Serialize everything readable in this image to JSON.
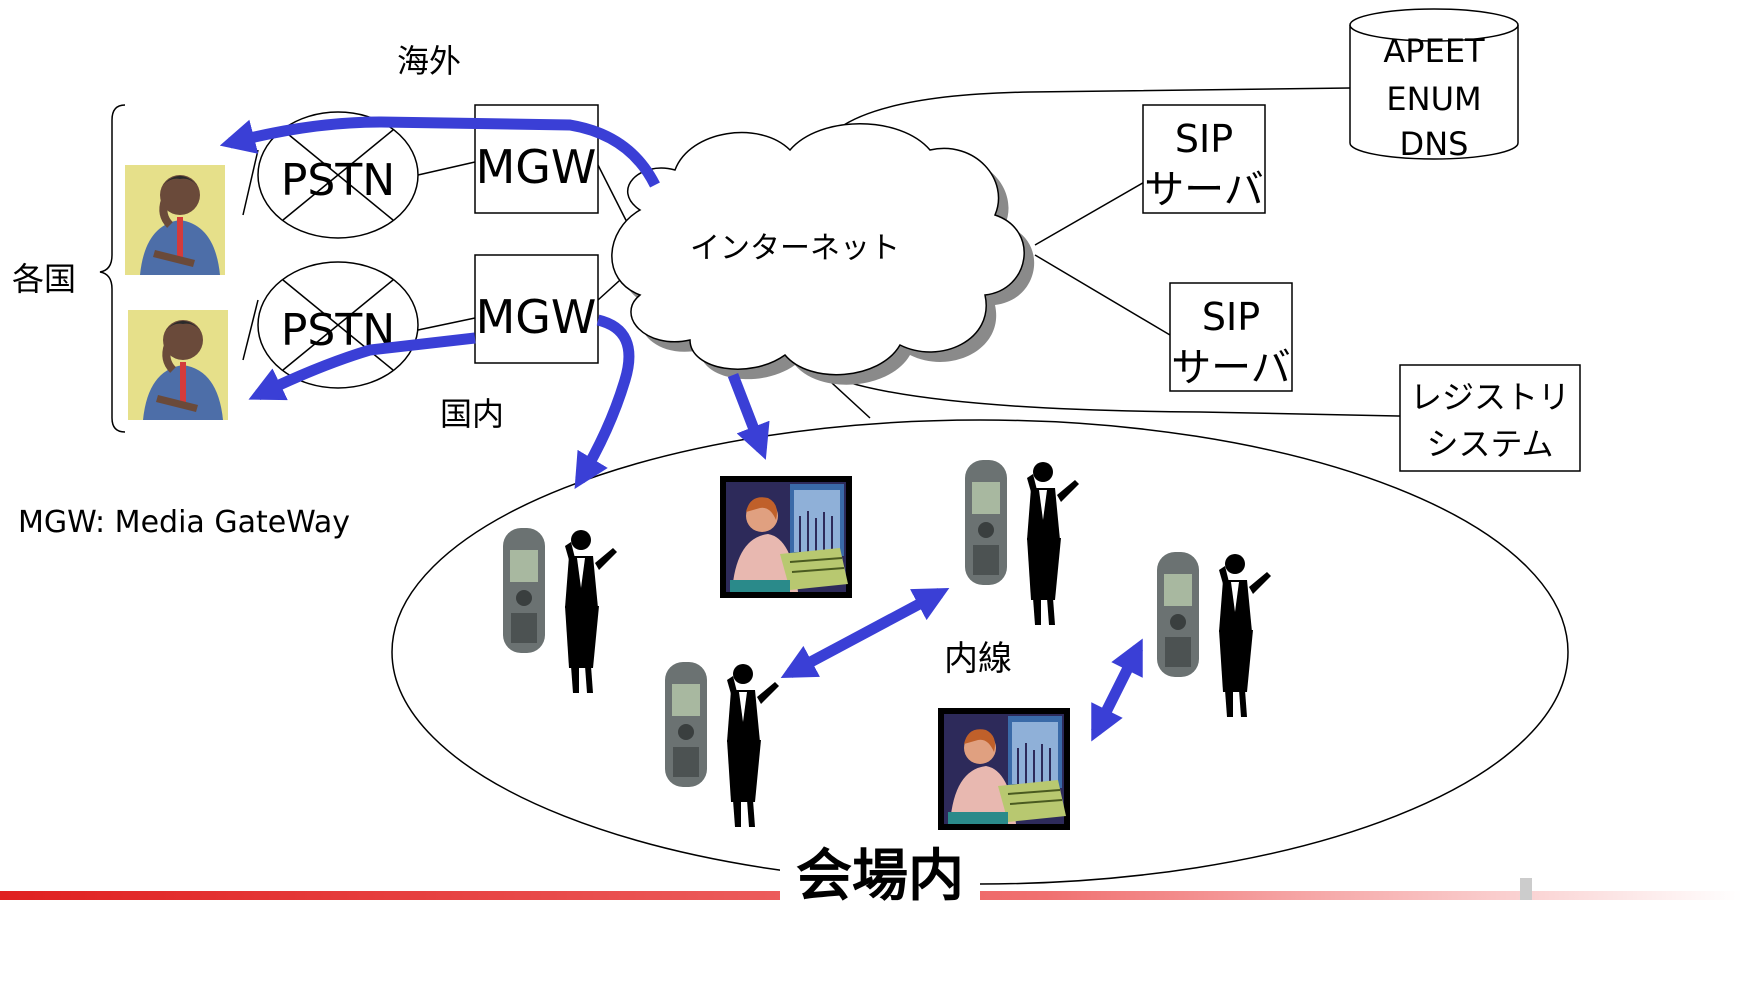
{
  "labels": {
    "overseas": "海外",
    "domestic": "国内",
    "countries": "各国",
    "mgw_legend": "MGW: Media GateWay",
    "internet": "インターネット",
    "extension": "内線",
    "venue": "会場内"
  },
  "nodes": {
    "pstn_top": "PSTN",
    "pstn_bottom": "PSTN",
    "mgw_top": "MGW",
    "mgw_bottom": "MGW",
    "sip1_line1": "SIP",
    "sip1_line2": "サーバ",
    "sip2_line1": "SIP",
    "sip2_line2": "サーバ",
    "db_line1": "APEET",
    "db_line2": "ENUM",
    "db_line3": "DNS",
    "registry_line1": "レジストリ",
    "registry_line2": "システム"
  },
  "colors": {
    "arrow": "#3a3fd6",
    "footer": "#e02020",
    "cloud_fill": "#ffffff",
    "cloud_shadow": "#8a8a8a"
  },
  "icons": [
    "person-on-phone-icon",
    "mobile-phone-user-icon",
    "operator-at-desk-icon"
  ]
}
